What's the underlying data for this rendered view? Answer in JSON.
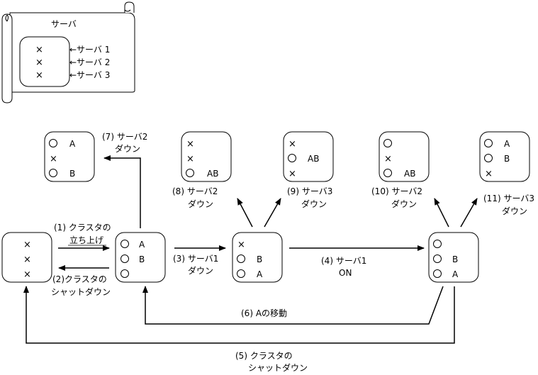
{
  "legend": {
    "title": "サーバ",
    "rows": [
      {
        "mark": "×",
        "label": "←サーバ 1"
      },
      {
        "mark": "×",
        "label": "←サーバ 2"
      },
      {
        "mark": "×",
        "label": "←サーバ 3"
      }
    ]
  },
  "states": {
    "s0": {
      "rows": [
        [
          "×",
          ""
        ],
        [
          "×",
          ""
        ],
        [
          "×",
          ""
        ]
      ]
    },
    "s1": {
      "rows": [
        [
          "○",
          "A"
        ],
        [
          "○",
          "B"
        ],
        [
          "○",
          ""
        ]
      ]
    },
    "s2": {
      "rows": [
        [
          "×",
          ""
        ],
        [
          "○",
          "B"
        ],
        [
          "○",
          "A"
        ]
      ]
    },
    "s3": {
      "rows": [
        [
          "○",
          ""
        ],
        [
          "○",
          "B"
        ],
        [
          "○",
          "A"
        ]
      ]
    },
    "s7": {
      "rows": [
        [
          "○",
          "A"
        ],
        [
          "×",
          ""
        ],
        [
          "○",
          "B"
        ]
      ]
    },
    "s8": {
      "rows": [
        [
          "×",
          ""
        ],
        [
          "×",
          ""
        ],
        [
          "○",
          "AB"
        ]
      ]
    },
    "s9": {
      "rows": [
        [
          "×",
          ""
        ],
        [
          "○",
          "AB"
        ],
        [
          "×",
          ""
        ]
      ]
    },
    "s10": {
      "rows": [
        [
          "○",
          ""
        ],
        [
          "×",
          ""
        ],
        [
          "○",
          "AB"
        ]
      ]
    },
    "s11": {
      "rows": [
        [
          "○",
          "A"
        ],
        [
          "○",
          "B"
        ],
        [
          "×",
          ""
        ]
      ]
    }
  },
  "transitions": {
    "t1": [
      "(1) クラスタの",
      "立ち上げ"
    ],
    "t2": [
      "(2)クラスタの",
      "シャットダウン"
    ],
    "t3": [
      "(3) サーバ1",
      "ダウン"
    ],
    "t4": [
      "(4) サーバ1",
      "ON"
    ],
    "t5": [
      "(5) クラスタの",
      "シャットダウン"
    ],
    "t6": [
      "(6) Aの移動"
    ],
    "t7": [
      "(7) サーバ2",
      "ダウン"
    ],
    "t8": [
      "(8) サーバ2",
      "ダウン"
    ],
    "t9": [
      "(9) サーバ3",
      "ダウン"
    ],
    "t10": [
      "(10) サーバ2",
      "ダウン"
    ],
    "t11": [
      "(11) サーバ3",
      "ダウン"
    ]
  }
}
